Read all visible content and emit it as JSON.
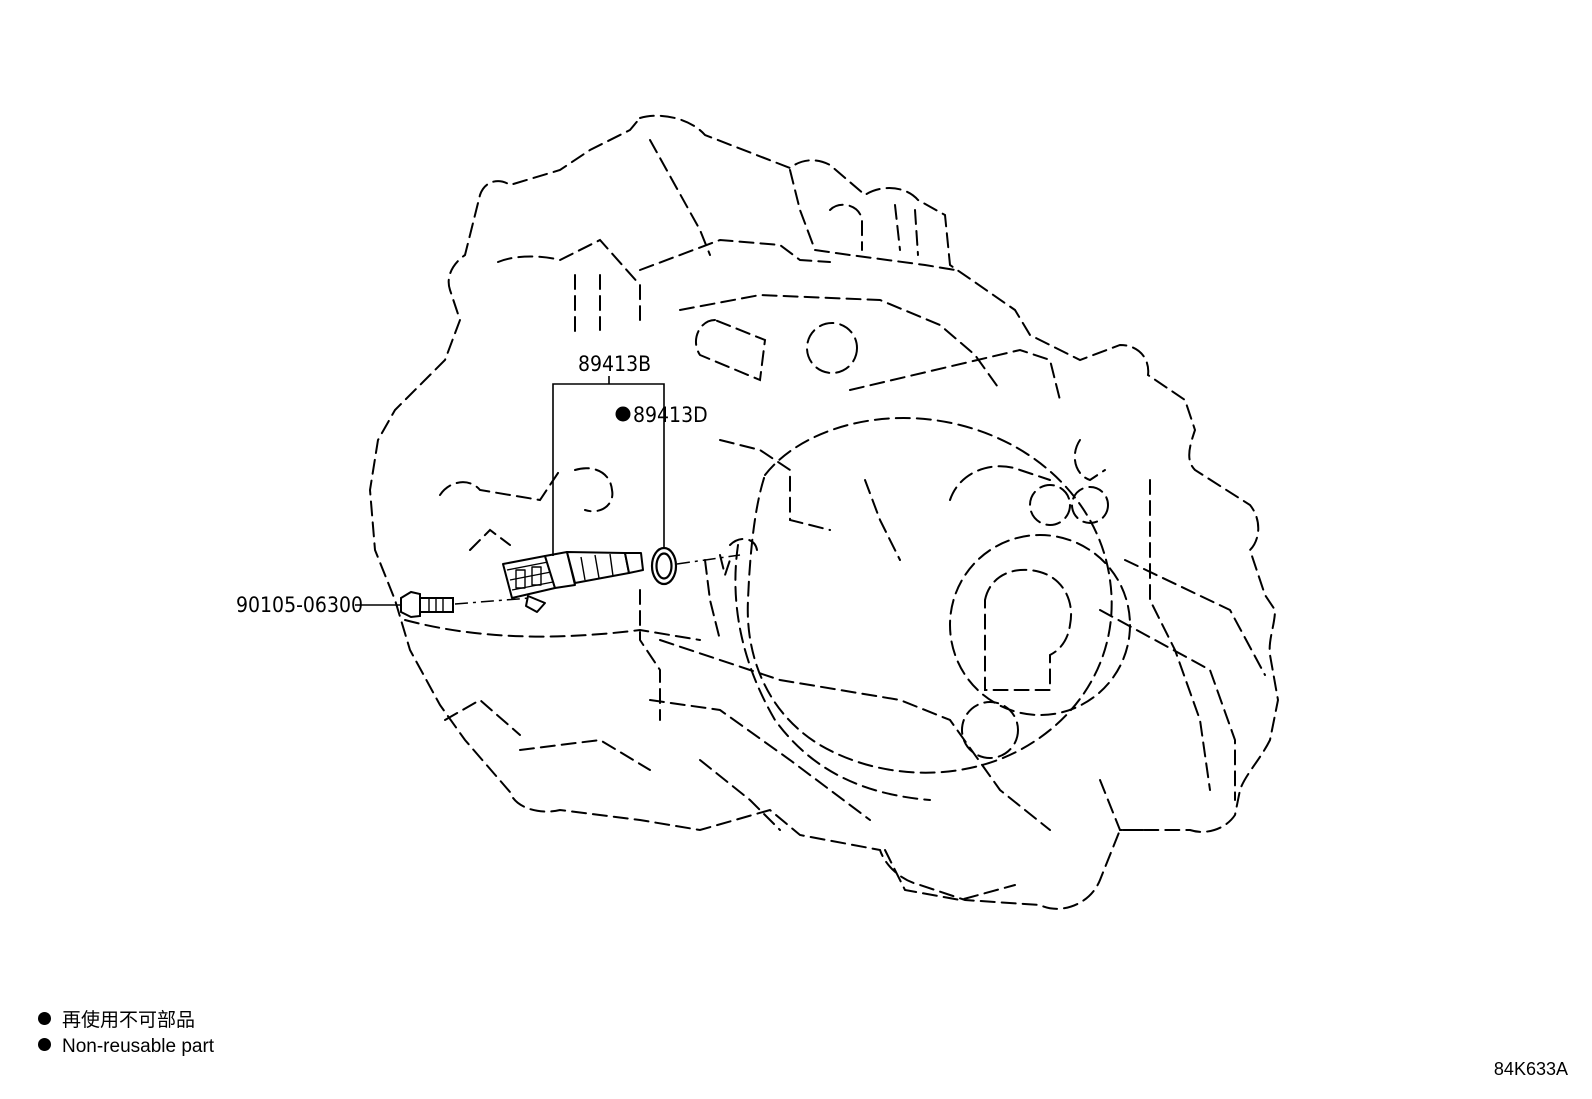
{
  "parts": {
    "sensor_assy": "89413B",
    "o_ring": "89413D",
    "bolt": "90105-06300"
  },
  "legend": {
    "jp": "再使用不可部品",
    "en": "Non-reusable part"
  },
  "drawing_code": "84K633A",
  "colors": {
    "ink": "#000000",
    "background": "#ffffff"
  },
  "icons": {
    "non_reusable_marker": "filled-circle"
  }
}
